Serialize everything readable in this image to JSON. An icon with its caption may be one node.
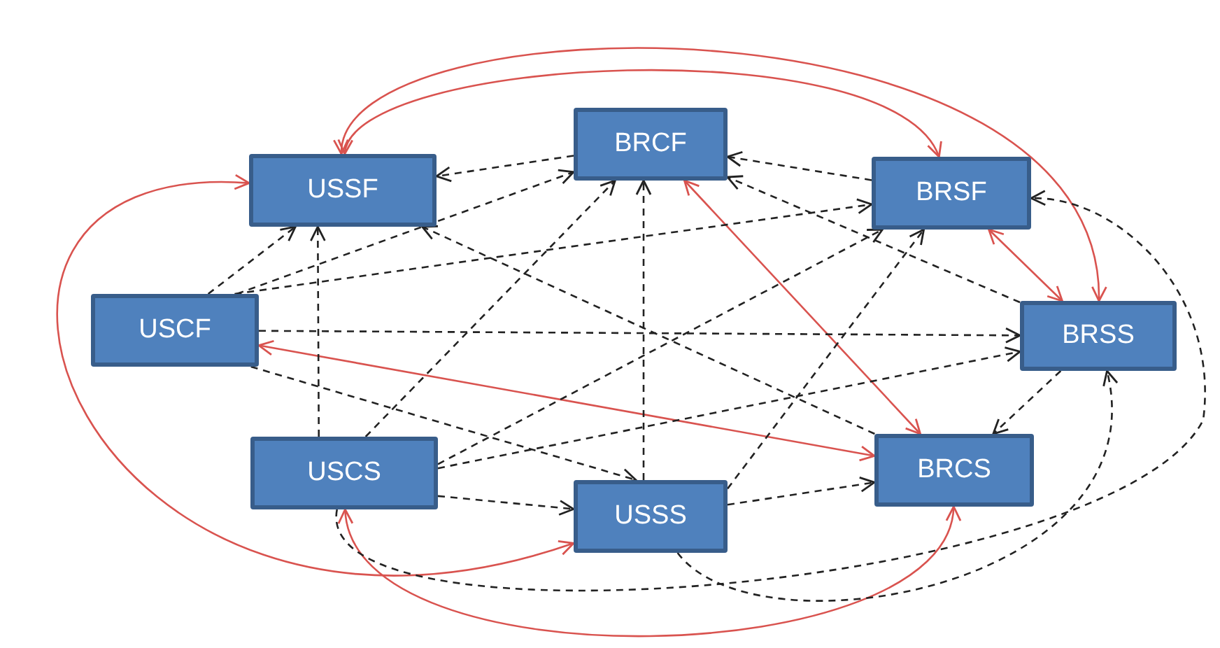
{
  "diagram": {
    "nodes": [
      {
        "text": [
          "USSF"
        ]
      },
      {
        "text": [
          "BRCF"
        ]
      },
      {
        "text": [
          "BRSF"
        ]
      },
      {
        "text": [
          "USCF"
        ]
      },
      {
        "text": [
          "BRSS"
        ]
      },
      {
        "text": [
          "USCS"
        ]
      },
      {
        "text": [
          "BRCS"
        ]
      },
      {
        "text": [
          "USSS"
        ]
      }
    ],
    "edges": [
      {
        "from": 0,
        "to": 2,
        "arrow": "both",
        "color": "#d9534f"
      },
      {
        "from": 0,
        "to": 4,
        "arrow": "both",
        "color": "#d9534f"
      },
      {
        "from": 2,
        "to": 4,
        "arrow": "both",
        "color": "#d9534f"
      },
      {
        "from": 1,
        "to": 6,
        "arrow": "both",
        "color": "#d9534f"
      },
      {
        "from": 3,
        "to": 6,
        "arrow": "both",
        "color": "#d9534f"
      },
      {
        "from": 0,
        "to": 7,
        "arrow": "both",
        "color": "#d9534f"
      },
      {
        "from": 5,
        "to": 6,
        "arrow": "both",
        "color": "#d9534f"
      },
      {
        "from": 3,
        "to": 0,
        "arrow": "to",
        "style": "dashed"
      },
      {
        "from": 1,
        "to": 0,
        "arrow": "to",
        "style": "dashed"
      },
      {
        "from": 5,
        "to": 0,
        "arrow": "to",
        "style": "dashed"
      },
      {
        "from": 6,
        "to": 0,
        "arrow": "to",
        "style": "dashed"
      },
      {
        "from": 2,
        "to": 1,
        "arrow": "to",
        "style": "dashed"
      },
      {
        "from": 4,
        "to": 1,
        "arrow": "to",
        "style": "dashed"
      },
      {
        "from": 7,
        "to": 1,
        "arrow": "to",
        "style": "dashed"
      },
      {
        "from": 5,
        "to": 1,
        "arrow": "to",
        "style": "dashed"
      },
      {
        "from": 3,
        "to": 1,
        "arrow": "to",
        "style": "dashed"
      },
      {
        "from": 3,
        "to": 2,
        "arrow": "to",
        "style": "dashed"
      },
      {
        "from": 5,
        "to": 2,
        "arrow": "to",
        "style": "dashed"
      },
      {
        "from": 7,
        "to": 2,
        "arrow": "to",
        "style": "dashed"
      },
      {
        "from": 5,
        "to": 4,
        "arrow": "to",
        "style": "dashed"
      },
      {
        "from": 3,
        "to": 4,
        "arrow": "to",
        "style": "dashed"
      },
      {
        "from": 3,
        "to": 7,
        "arrow": "to",
        "style": "dashed"
      },
      {
        "from": 5,
        "to": 7,
        "arrow": "to",
        "style": "dashed"
      },
      {
        "from": 7,
        "to": 6,
        "arrow": "to",
        "style": "dashed"
      },
      {
        "from": 4,
        "to": 6,
        "arrow": "to",
        "style": "dashed"
      },
      {
        "from": 7,
        "to": 4,
        "arrow": "to",
        "style": "dashed"
      },
      {
        "from": 5,
        "to": 2,
        "arrow": "to",
        "style": "dashed"
      }
    ]
  }
}
